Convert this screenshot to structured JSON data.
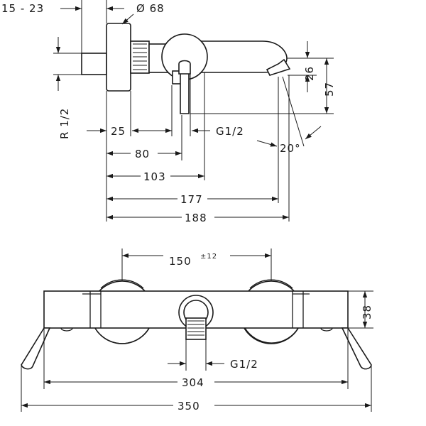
{
  "side_view": {
    "dims": {
      "connection_range": "15 - 23",
      "rosette_diameter": "Ø 68",
      "thread_connection": "R 1/2",
      "d25": "25",
      "d80": "80",
      "d103": "103",
      "d177": "177",
      "d188": "188",
      "outlet_thread": "G1/2",
      "angle": "20°",
      "h26": "26",
      "h57": "57"
    }
  },
  "front_view": {
    "dims": {
      "centers": "150",
      "centers_tolerance": "±12",
      "h38": "38",
      "outlet_thread": "G1/2",
      "w304": "304",
      "w350": "350"
    }
  }
}
